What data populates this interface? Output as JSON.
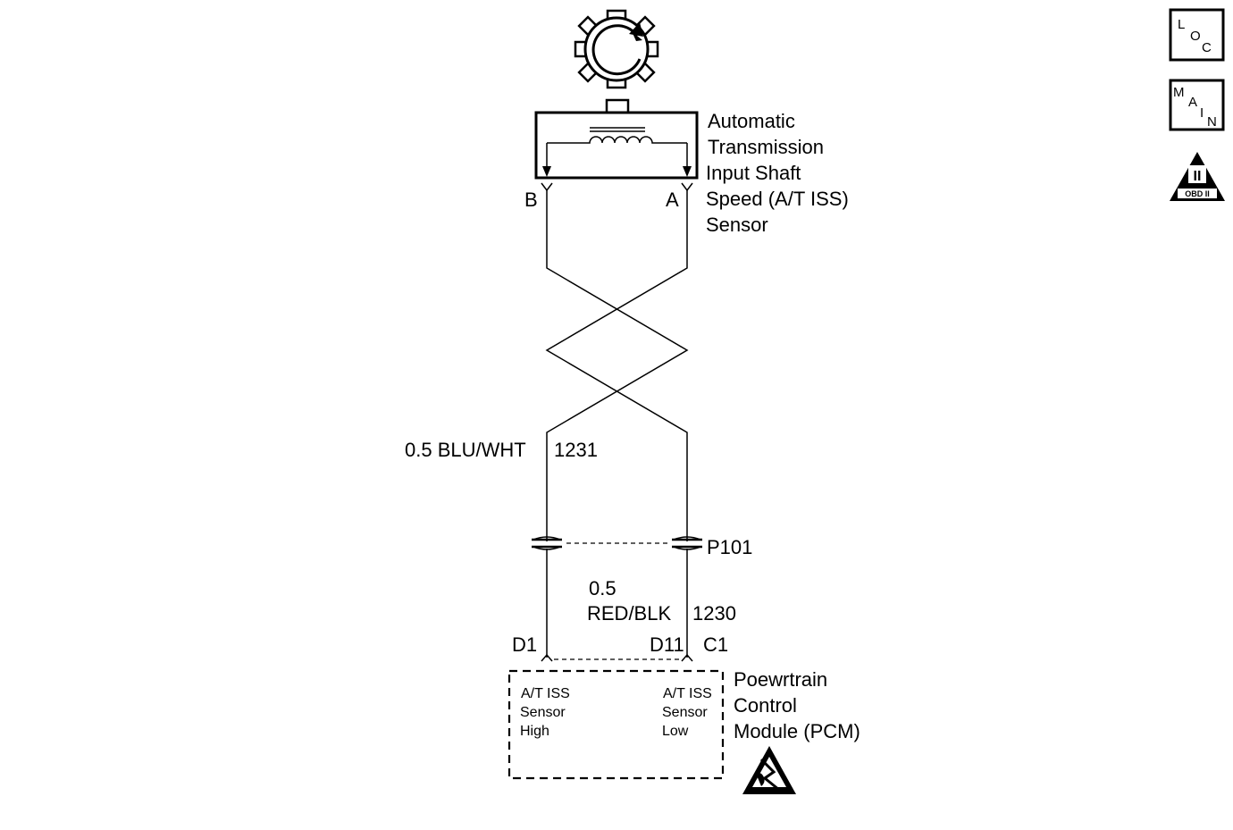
{
  "sensor": {
    "name_lines": [
      "Automatic",
      "Transmission",
      "Input Shaft",
      "Speed (A/T ISS)",
      "Sensor"
    ],
    "pin_b": "B",
    "pin_a": "A"
  },
  "wires": {
    "upper_wire": {
      "gauge_color": "0.5 BLU/WHT",
      "circuit": "1231"
    },
    "lower_wire": {
      "gauge": "0.5",
      "color": "RED/BLK",
      "circuit": "1230"
    }
  },
  "connector": {
    "name": "P101"
  },
  "pcm": {
    "pin_left": "D1",
    "pin_right": "D11",
    "connector_c": "C1",
    "name_lines": [
      "Poewrtrain",
      "Control",
      "Module (PCM)"
    ],
    "left_terminal_lines": [
      "A/T ISS",
      "Sensor",
      "High"
    ],
    "right_terminal_lines": [
      "A/T ISS",
      "Sensor",
      "Low"
    ]
  },
  "nav": {
    "loc": {
      "l": "L",
      "o": "O",
      "c": "C"
    },
    "main": {
      "m": "M",
      "a": "A",
      "i": "I",
      "n": "N"
    },
    "obd": {
      "numeral": "II",
      "label": "OBD II"
    }
  },
  "icons": {
    "reluctor": "reluctor-wheel-icon",
    "esd": "esd-warning-icon",
    "obd": "obd-ii-icon"
  }
}
